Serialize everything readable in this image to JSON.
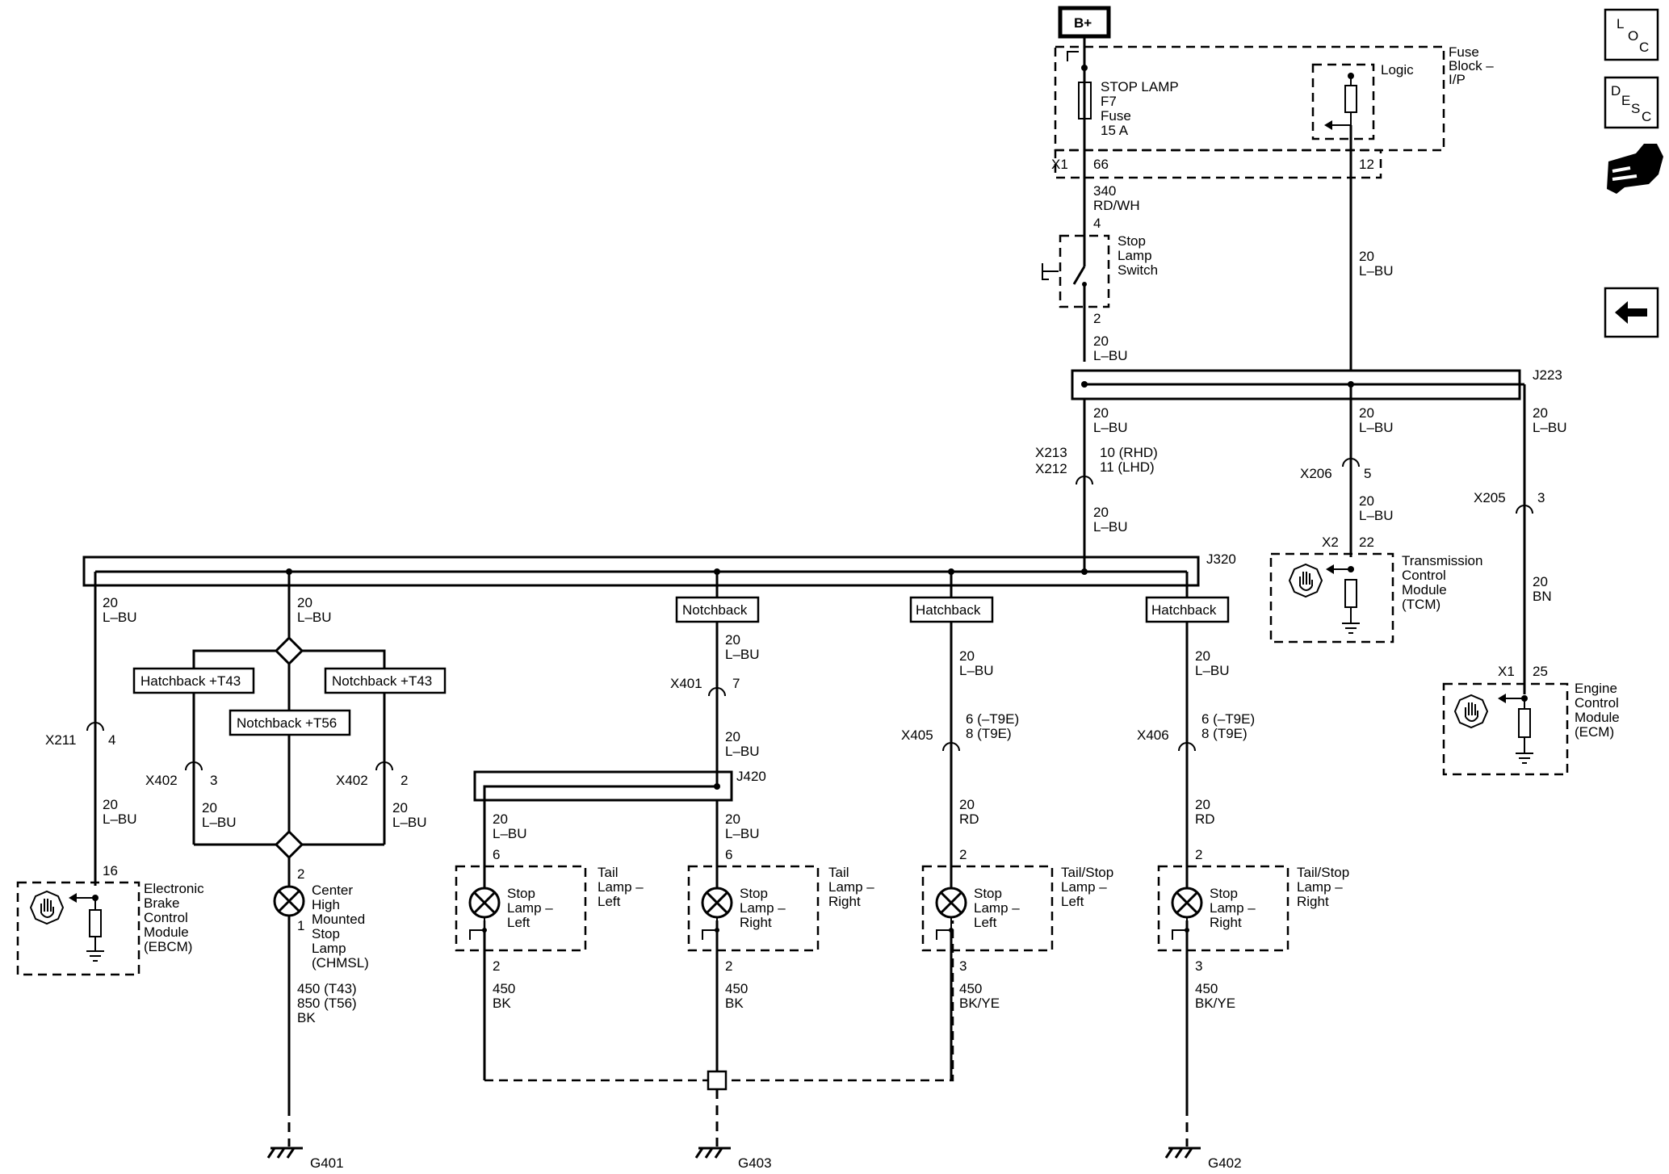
{
  "nav": {
    "loc_chars": [
      "L",
      "O",
      "C"
    ],
    "desc_chars": [
      "D",
      "E",
      "S",
      "C"
    ],
    "icons": [
      "loc-icon",
      "desc-icon",
      "connector-tool-icon",
      "back-arrow-icon"
    ]
  },
  "power": {
    "label": "B+"
  },
  "fuse_block": {
    "label": [
      "Fuse",
      "Block –",
      "I/P"
    ],
    "fuse_label": [
      "STOP LAMP",
      "F7",
      "Fuse",
      "15 A"
    ],
    "logic_label": "Logic",
    "connector": "X1",
    "pin_left": "66",
    "pin_right": "12"
  },
  "wires": {
    "w340": [
      "340",
      "RD/WH"
    ],
    "w20_lbu": [
      "20",
      "L–BU"
    ],
    "w20_bn": [
      "20",
      "BN"
    ],
    "w20_rd": [
      "20",
      "RD"
    ],
    "w450_bk": [
      "450",
      "BK"
    ],
    "w450_bkye": [
      "450",
      "BK/YE"
    ],
    "chmsl_ground": [
      "450 (T43)",
      "850 (T56)",
      "BK"
    ]
  },
  "stop_lamp_switch": {
    "label": [
      "Stop",
      "Lamp",
      "Switch"
    ],
    "pin_in": "4",
    "pin_out": "2"
  },
  "splices": {
    "j223": "J223",
    "j320": "J320",
    "j420": "J420"
  },
  "connectors": {
    "x213": "X213",
    "x212": "X212",
    "x213_pins": [
      "10 (RHD)",
      "11 (LHD)"
    ],
    "x206": "X206",
    "x206_pin": "5",
    "x205": "X205",
    "x205_pin": "3",
    "x211": "X211",
    "x211_pin": "4",
    "x402": "X402",
    "x402_left_pin": "3",
    "x402_right_pin": "2",
    "x401": "X401",
    "x401_pin": "7",
    "x405": "X405",
    "x405_pins": [
      "6 (–T9E)",
      "8 (T9E)"
    ],
    "x406": "X406",
    "x406_pins": [
      "6 (–T9E)",
      "8 (T9E)"
    ]
  },
  "options": {
    "notchback": "Notchback",
    "hatchback": "Hatchback",
    "hatchback_t43": "Hatchback +T43",
    "notchback_t43": "Notchback +T43",
    "notchback_t56": "Notchback +T56"
  },
  "modules": {
    "tcm": {
      "label": [
        "Transmission",
        "Control",
        "Module",
        "(TCM)"
      ],
      "connector": "X2",
      "pin": "22"
    },
    "ecm": {
      "label": [
        "Engine",
        "Control",
        "Module",
        "(ECM)"
      ],
      "connector": "X1",
      "pin": "25"
    },
    "ebcm": {
      "label": [
        "Electronic",
        "Brake",
        "Control",
        "Module",
        "(EBCM)"
      ],
      "pin": "16"
    }
  },
  "lamps": {
    "chmsl": {
      "label": [
        "Center",
        "High",
        "Mounted",
        "Stop",
        "Lamp",
        "(CHMSL)"
      ],
      "pin_top": "2",
      "pin_bottom": "1"
    },
    "tail_left": {
      "inner": [
        "Stop",
        "Lamp –",
        "Left"
      ],
      "outer": [
        "Tail",
        "Lamp –",
        "Left"
      ],
      "pin_top": "6",
      "pin_bottom": "2"
    },
    "tail_right": {
      "inner": [
        "Stop",
        "Lamp –",
        "Right"
      ],
      "outer": [
        "Tail",
        "Lamp –",
        "Right"
      ],
      "pin_top": "6",
      "pin_bottom": "2"
    },
    "tailstop_left": {
      "inner": [
        "Stop",
        "Lamp –",
        "Left"
      ],
      "outer": [
        "Tail/Stop",
        "Lamp –",
        "Left"
      ],
      "pin_top": "2",
      "pin_bottom": "3"
    },
    "tailstop_right": {
      "inner": [
        "Stop",
        "Lamp –",
        "Right"
      ],
      "outer": [
        "Tail/Stop",
        "Lamp –",
        "Right"
      ],
      "pin_top": "2",
      "pin_bottom": "3"
    }
  },
  "grounds": {
    "g401": "G401",
    "g403": "G403",
    "g402": "G402"
  }
}
